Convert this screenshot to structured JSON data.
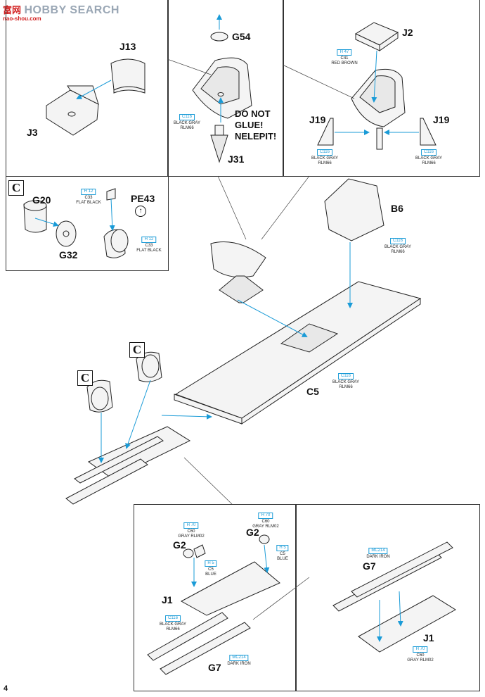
{
  "watermark": {
    "brand_cn": "富网",
    "brand_en": "HOBBY SEARCH",
    "domain": "nao-shou.com"
  },
  "page_number": "4",
  "panels": {
    "seat_parts": {
      "labels": {
        "J13": "J13",
        "J3": "J3"
      }
    },
    "seat_mount": {
      "labels": {
        "G54": "G54",
        "J31": "J31"
      },
      "paint": {
        "code": "C116",
        "name1": "BLACK GRAY",
        "name2": "RLM66"
      },
      "warning": [
        "DO NOT",
        "GLUE!",
        "NELEPIT!"
      ]
    },
    "seat_assembly": {
      "labels": {
        "J2": "J2",
        "J19_left": "J19",
        "J19_right": "J19"
      },
      "paint_top": {
        "code": "H 47",
        "code2": "C41",
        "name": "RED BROWN"
      },
      "paint_left": {
        "code": "C116",
        "name1": "BLACK GRAY",
        "name2": "RLM66"
      },
      "paint_right": {
        "code": "C116",
        "name1": "BLACK GRAY",
        "name2": "RLM66"
      }
    },
    "drum": {
      "step": "C",
      "labels": {
        "G20": "G20",
        "G32": "G32",
        "PE43": "PE43"
      },
      "paint_top": {
        "code": "H 12",
        "code2": "C33",
        "name": "FLAT BLACK"
      },
      "paint_right": {
        "code": "H 12",
        "code2": "C33",
        "name": "FLAT BLACK"
      }
    },
    "main": {
      "labels": {
        "B6": "B6",
        "C5": "C5"
      },
      "step_markers": [
        "C",
        "C"
      ],
      "paint_b6": {
        "code": "C116",
        "name1": "BLACK GRAY",
        "name2": "RLM66"
      },
      "paint_c5": {
        "code": "C116",
        "name1": "BLACK GRAY",
        "name2": "RLM66"
      }
    },
    "guns_detail": {
      "labels": {
        "G2_left": "G2",
        "G2_right": "G2",
        "J1": "J1",
        "G7": "G7"
      },
      "paint_g2_left_top": {
        "code": "H 70",
        "code2": "C60",
        "name": "GRAY RLM02"
      },
      "paint_g2_left_bottom": {
        "code": "H 5",
        "code2": "C5",
        "name": "BLUE"
      },
      "paint_g2_right_top": {
        "code": "H 70",
        "code2": "C60",
        "name": "GRAY RLM02"
      },
      "paint_g2_right_bottom": {
        "code": "H 5",
        "code2": "C5",
        "name": "BLUE"
      },
      "paint_j1": {
        "code": "C116",
        "name1": "BLACK GRAY",
        "name2": "RLM66"
      },
      "paint_g7": {
        "code": "MC214",
        "name": "DARK IRON"
      }
    },
    "guns_alt": {
      "labels": {
        "G7": "G7",
        "J1": "J1"
      },
      "paint_g7": {
        "code": "MC214",
        "name": "DARK IRON"
      },
      "paint_j1": {
        "code": "H 70",
        "code2": "C60",
        "name": "GRAY RLM02"
      }
    }
  },
  "colors": {
    "arrow": "#1a9bd7",
    "line": "#222222",
    "part_fill": "#f4f4f4"
  }
}
